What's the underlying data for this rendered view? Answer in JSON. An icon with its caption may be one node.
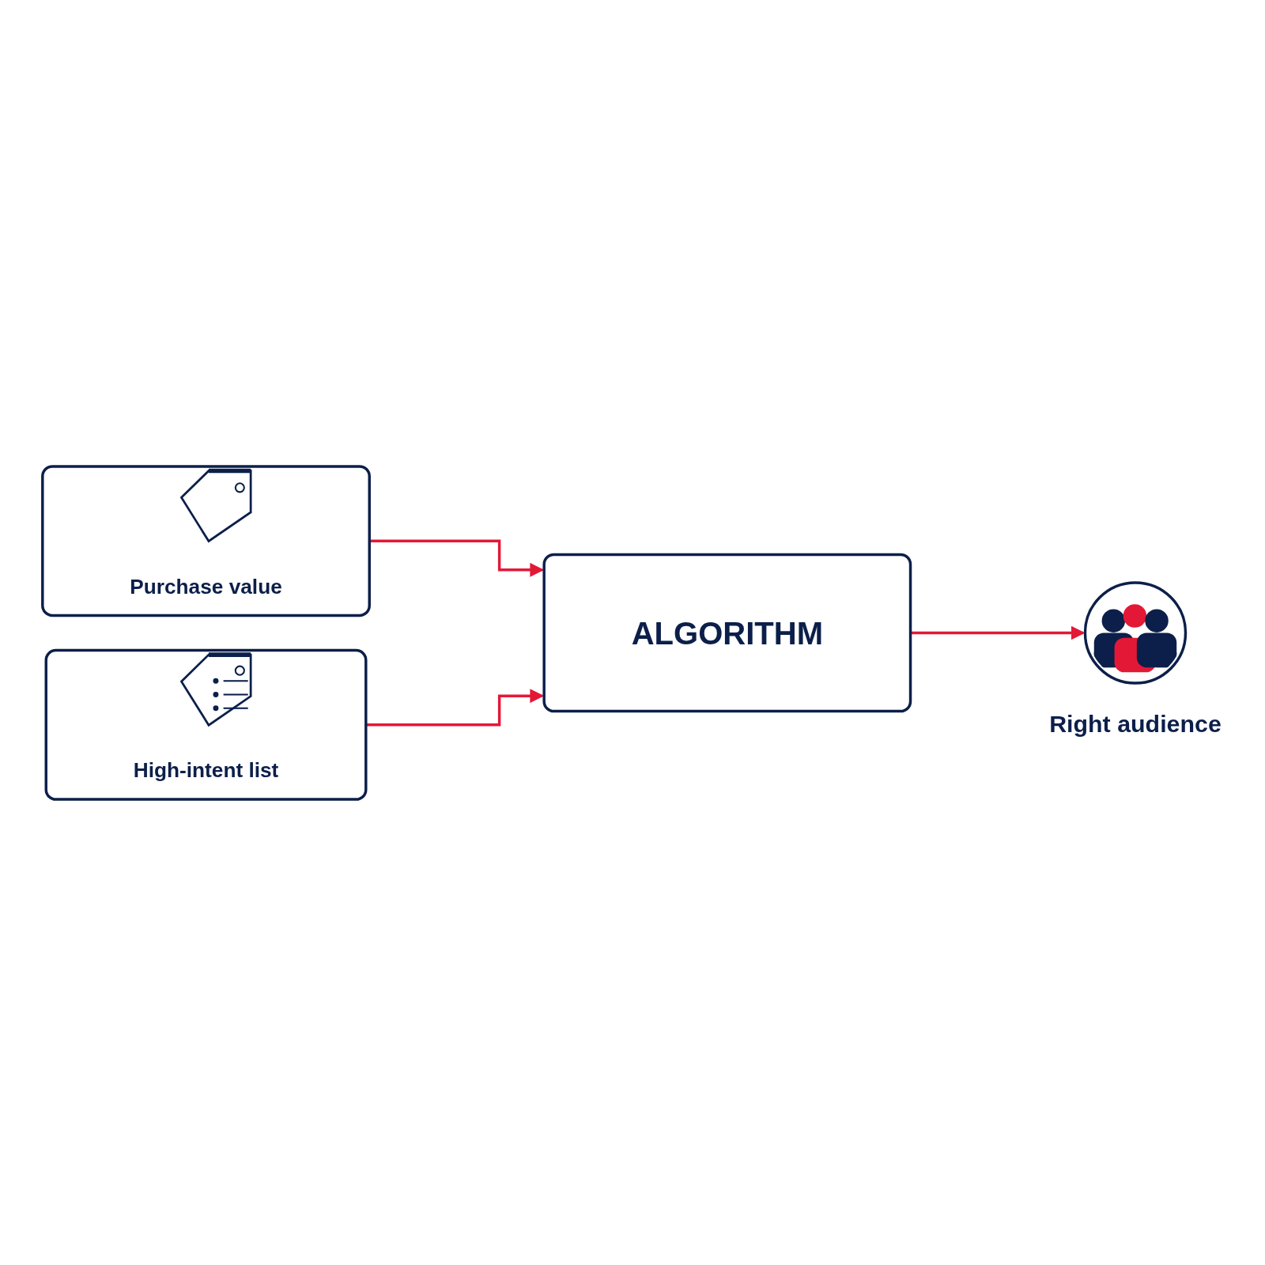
{
  "diagram": {
    "nodes": [
      {
        "text": [
          "Purchase value"
        ]
      },
      {
        "text": [
          "High-intent list"
        ]
      },
      {
        "text": [
          "ALGORITHM"
        ]
      },
      {
        "text": [],
        "shape": "circle",
        "beside": [
          "Right audience"
        ]
      }
    ],
    "edges": [
      {
        "from": 0,
        "to": 2,
        "arrow": "to"
      },
      {
        "from": 1,
        "to": 2,
        "arrow": "to"
      },
      {
        "from": 2,
        "to": 3,
        "arrow": "to"
      }
    ]
  }
}
